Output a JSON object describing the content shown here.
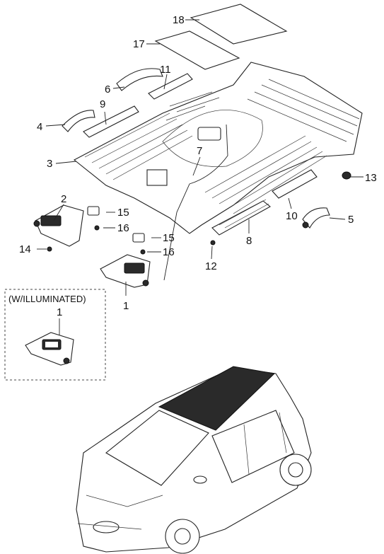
{
  "callouts": {
    "p1": "1",
    "p1b": "1",
    "p2": "2",
    "p3": "3",
    "p4": "4",
    "p5": "5",
    "p6": "6",
    "p7": "7",
    "p8": "8",
    "p9": "9",
    "p10": "10",
    "p11": "11",
    "p12": "12",
    "p13": "13",
    "p14": "14",
    "p15a": "15",
    "p15b": "15",
    "p16a": "16",
    "p16b": "16",
    "p17": "17",
    "p18": "18"
  },
  "option_box": {
    "label": "(W/ILLUMINATED)"
  },
  "colors": {
    "line": "#222222",
    "glass": "#1a1a1a",
    "background": "#ffffff"
  }
}
